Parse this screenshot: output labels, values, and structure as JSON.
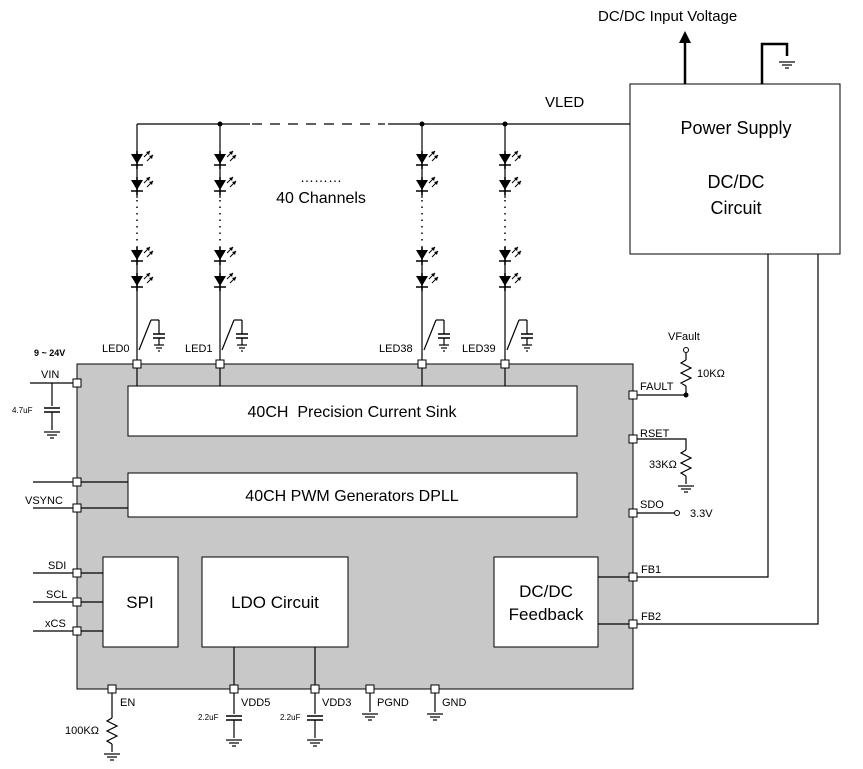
{
  "labels": {
    "input_voltage": "DC/DC Input Voltage",
    "vled": "VLED",
    "ps_line1": "Power Supply",
    "ps_line2": "DC/DC",
    "ps_line3": "Circuit",
    "dots_text": "………",
    "channels": "40 Channels",
    "vin_range": "9 ~ 24V",
    "vin": "VIN",
    "cap_vin": "4.7uF",
    "vsync": "VSYNC",
    "sdi": "SDI",
    "scl": "SCL",
    "xcs": "xCS",
    "led0": "LED0",
    "led1": "LED1",
    "led38": "LED38",
    "led39": "LED39",
    "current_sink": "40CH  Precision Current Sink",
    "pwm": "40CH PWM Generators DPLL",
    "spi": "SPI",
    "ldo": "LDO Circuit",
    "fb_line1": "DC/DC",
    "fb_line2": "Feedback",
    "vfault": "VFault",
    "r_fault": "10KΩ",
    "fault": "FAULT",
    "rset": "RSET",
    "r_set": "33KΩ",
    "sdo": "SDO",
    "v33": "3.3V",
    "fb1": "FB1",
    "fb2": "FB2",
    "en": "EN",
    "r_en": "100KΩ",
    "vdd5": "VDD5",
    "vdd3": "VDD3",
    "cap_vdd5": "2.2uF",
    "cap_vdd3": "2.2uF",
    "pgnd": "PGND",
    "gnd": "GND"
  }
}
